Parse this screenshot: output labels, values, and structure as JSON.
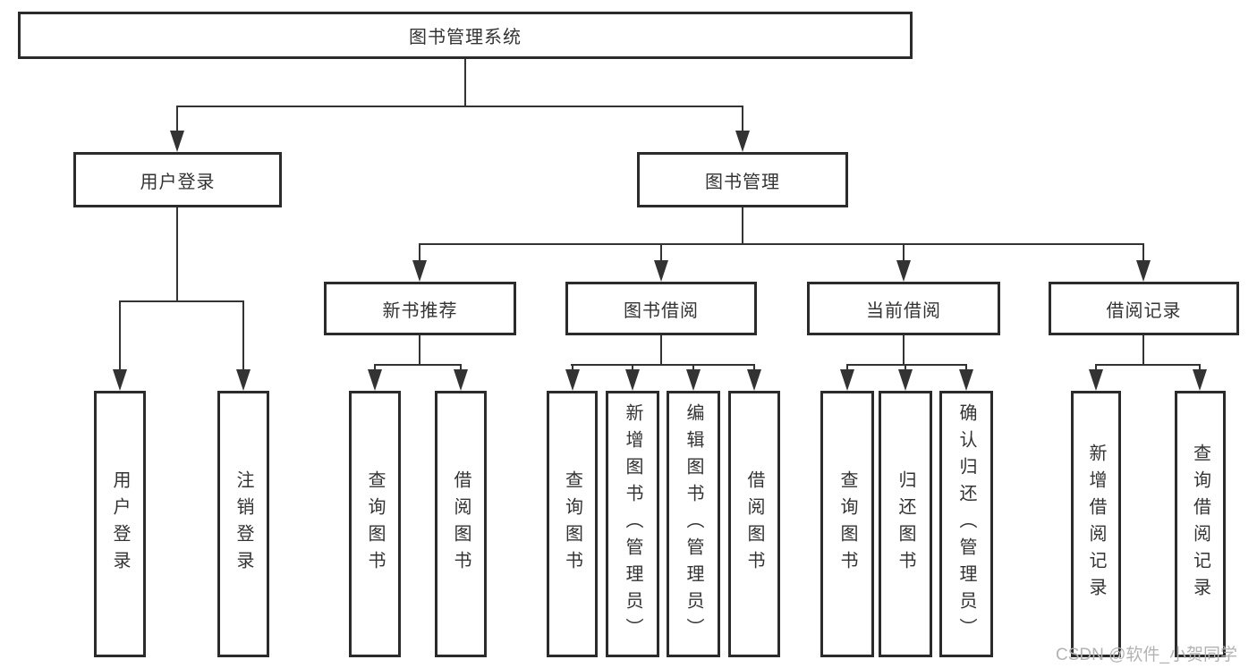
{
  "tree": {
    "root_label": "图书管理系统",
    "branches": [
      {
        "label": "用户登录",
        "leaves": [
          "用户登录",
          "注销登录"
        ]
      },
      {
        "label": "图书管理",
        "groups": [
          {
            "label": "新书推荐",
            "leaves": [
              "查询图书",
              "借阅图书"
            ]
          },
          {
            "label": "图书借阅",
            "leaves": [
              "查询图书",
              "新增图书（管理员）",
              "编辑图书（管理员）",
              "借阅图书"
            ]
          },
          {
            "label": "当前借阅",
            "leaves": [
              "查询图书",
              "归还图书",
              "确认归还（管理员）"
            ]
          },
          {
            "label": "借阅记录",
            "leaves": [
              "新增借阅记录",
              "查询借阅记录"
            ]
          }
        ]
      }
    ]
  },
  "watermark": "CSDN @软件_小贺同学",
  "colors": {
    "line": "#333333",
    "border": "#2b2b2b",
    "text": "#333333",
    "background": "#ffffff",
    "watermark": "#b3b3b3"
  }
}
